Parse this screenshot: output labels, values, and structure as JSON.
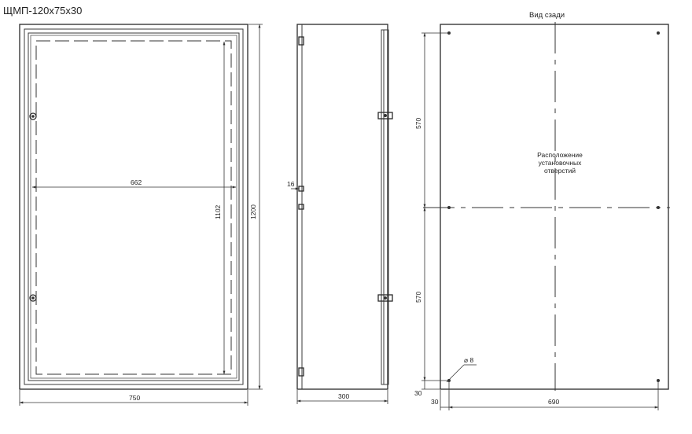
{
  "title": "ЩМП-120х75х30",
  "rear_view": {
    "heading": "Вид сзади",
    "note_lines": [
      "Расположение",
      "установочных",
      "отверстий"
    ],
    "hole_label": "⌀ 8"
  },
  "dimensions": {
    "front_width": "750",
    "front_height": "1200",
    "inner_width": "662",
    "inner_height": "1102",
    "side_depth": "300",
    "hinge_offset": "16",
    "upper_spacing": "570",
    "lower_spacing": "570",
    "bottom_offset": "30",
    "left_offset": "30",
    "hole_spacing_h": "690"
  }
}
